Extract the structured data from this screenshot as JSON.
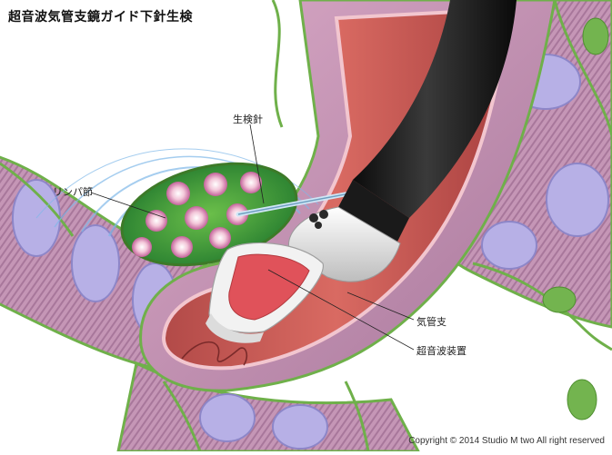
{
  "title": "超音波気管支鏡ガイド下針生検",
  "labels": {
    "needle": "生検針",
    "lymph_node": "リンパ節",
    "bronchus": "気管支",
    "ultrasound": "超音波装置"
  },
  "copyright": "Copyright © 2014 Studio M two All right reserved",
  "colors": {
    "airway_wall": "#c89ab8",
    "cartilage_ring": "#b7b0e6",
    "vessel": "#6fb04a",
    "lumen": "#c85a55",
    "scope": "#1a1a1a",
    "lymph_node": "#2f8f3a",
    "ultrasound_window": "#e0525a",
    "wave": "#7fb8e8"
  }
}
